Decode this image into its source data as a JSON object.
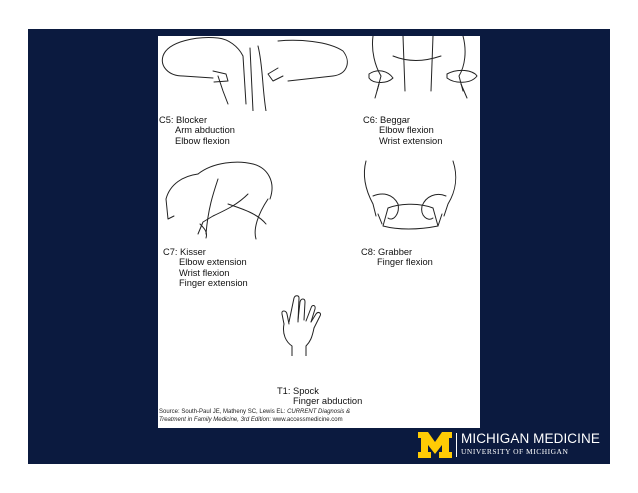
{
  "figure": {
    "panels": [
      {
        "title": "C5: Blocker",
        "actions": [
          "Arm abduction",
          "Elbow flexion"
        ]
      },
      {
        "title": "C6: Beggar",
        "actions": [
          "Elbow flexion",
          "Wrist extension"
        ]
      },
      {
        "title": "C7: Kisser",
        "actions": [
          "Elbow extension",
          "Wrist flexion",
          "Finger extension"
        ]
      },
      {
        "title": "C8: Grabber",
        "actions": [
          "Finger flexion"
        ]
      },
      {
        "title": "T1: Spock",
        "actions": [
          "Finger abduction"
        ]
      }
    ],
    "source_line1_prefix": "Source: South-Paul JE, Matheny SC, Lewis EL: ",
    "source_line1_italic": "CURRENT Diagnosis &",
    "source_line2_italic": "Treatment in Family Medicine, 3rd Edition",
    "source_line2_suffix": ": www.accessmedicine.com"
  },
  "logo": {
    "name": "MICHIGAN MEDICINE",
    "subtitle": "UNIVERSITY OF MICHIGAN",
    "colors": {
      "block_m": "#ffcb05",
      "text": "#ffffff",
      "background": "#0b1a3f"
    }
  }
}
